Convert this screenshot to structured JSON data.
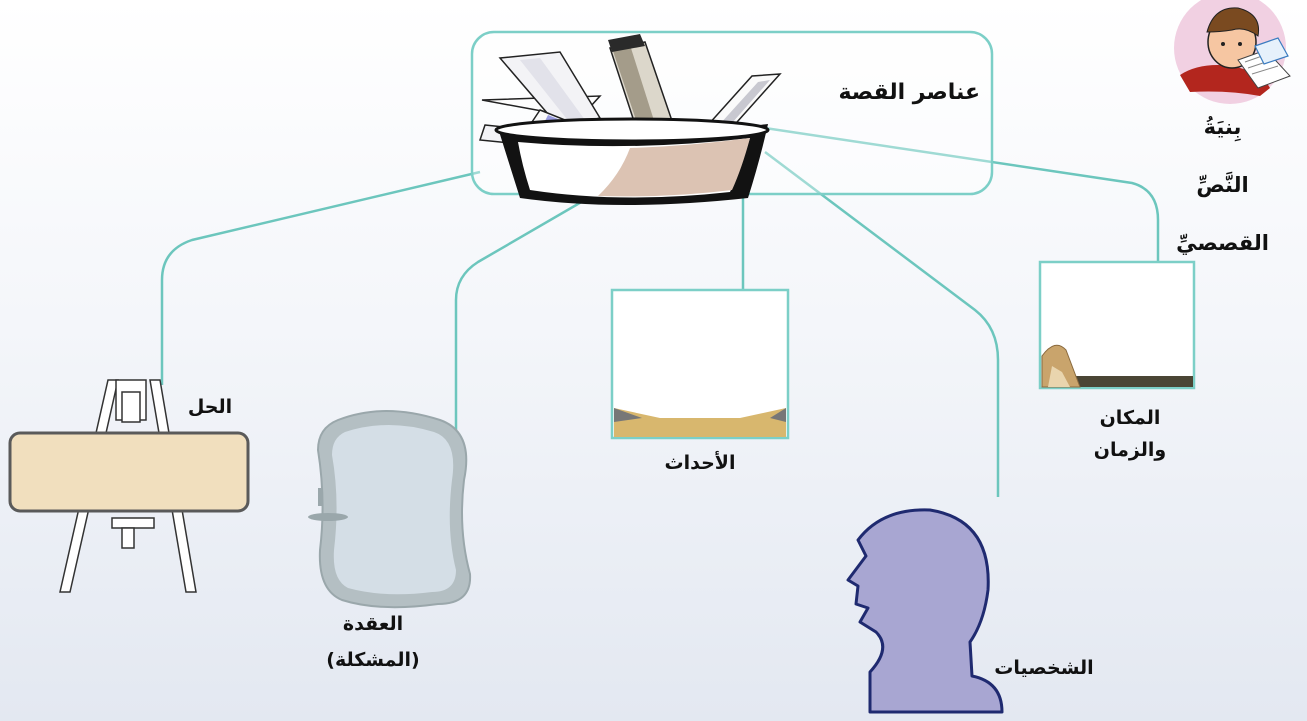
{
  "title_lines": [
    "بِنيَةُ",
    "النَّصِّ",
    "القصصيِّ"
  ],
  "center": {
    "label": "عناصر القصة"
  },
  "nodes": {
    "resolution": "الحل",
    "conflict": [
      "العقدة",
      "(المشكلة)"
    ],
    "events": "الأحداث",
    "characters": "الشخصيات",
    "setting": [
      "المكان",
      "والزمان"
    ]
  },
  "colors": {
    "connector": "#6cc6bd",
    "frame_border": "#7ccfc7",
    "head_fill": "#a8a6d2",
    "board_fill": "#f1dfbe",
    "mirror_fill": "#d4dee6"
  }
}
